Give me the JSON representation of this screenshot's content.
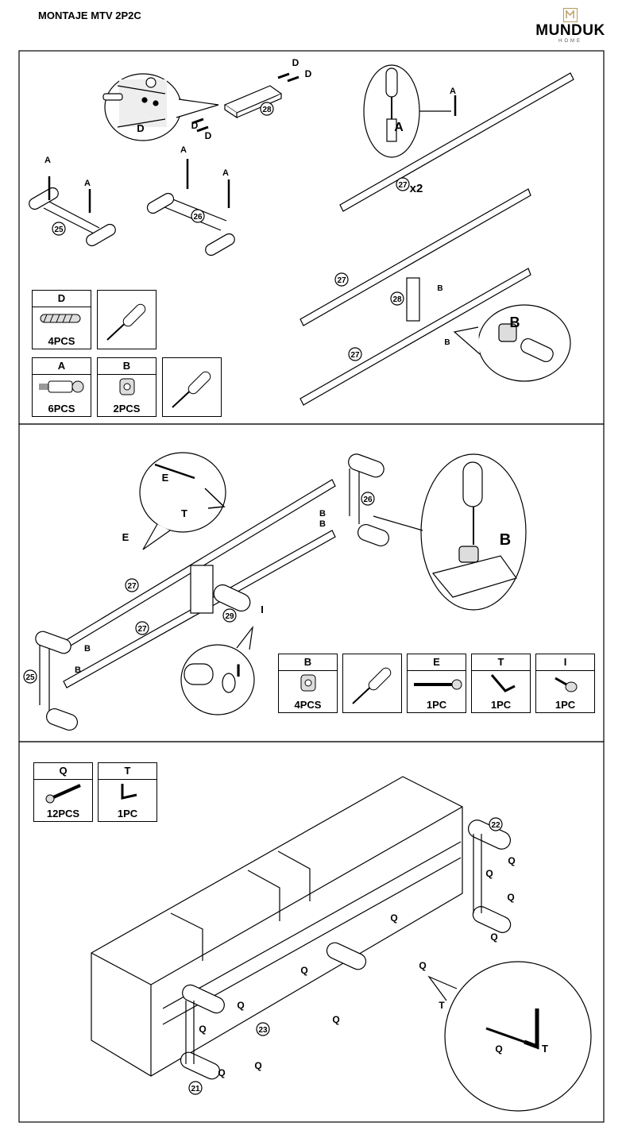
{
  "title": "MONTAJE MTV 2P2C",
  "brand": {
    "name": "MUNDUK",
    "sub": "HOME"
  },
  "section1": {
    "parts": [
      {
        "letter": "D",
        "qty": "4PCS",
        "icon": "dowel-icon"
      },
      {
        "letter": "A",
        "qty": "6PCS",
        "icon": "cam-bolt-icon"
      },
      {
        "letter": "B",
        "qty": "2PCS",
        "icon": "cam-lock-icon"
      }
    ],
    "labels": {
      "p25": "25",
      "p26": "26",
      "p27": "27",
      "p28": "28",
      "x2": "x2",
      "A": "A",
      "B": "B",
      "D": "D"
    }
  },
  "section2": {
    "parts": [
      {
        "letter": "B",
        "qty": "4PCS",
        "icon": "cam-lock-icon"
      },
      {
        "letter": "E",
        "qty": "1PC",
        "icon": "wood-screw-icon"
      },
      {
        "letter": "T",
        "qty": "1PC",
        "icon": "allen-key-icon"
      },
      {
        "letter": "I",
        "qty": "1PC",
        "icon": "leveler-foot-icon"
      }
    ],
    "labels": {
      "p25": "25",
      "p26": "26",
      "p27": "27",
      "p29": "29",
      "B": "B",
      "E": "E",
      "T": "T",
      "I": "I"
    }
  },
  "section3": {
    "parts": [
      {
        "letter": "Q",
        "qty": "12PCS",
        "icon": "bolt-icon"
      },
      {
        "letter": "T",
        "qty": "1PC",
        "icon": "allen-key-icon"
      }
    ],
    "labels": {
      "p21": "21",
      "p22": "22",
      "p23": "23",
      "Q": "Q",
      "T": "T"
    }
  }
}
